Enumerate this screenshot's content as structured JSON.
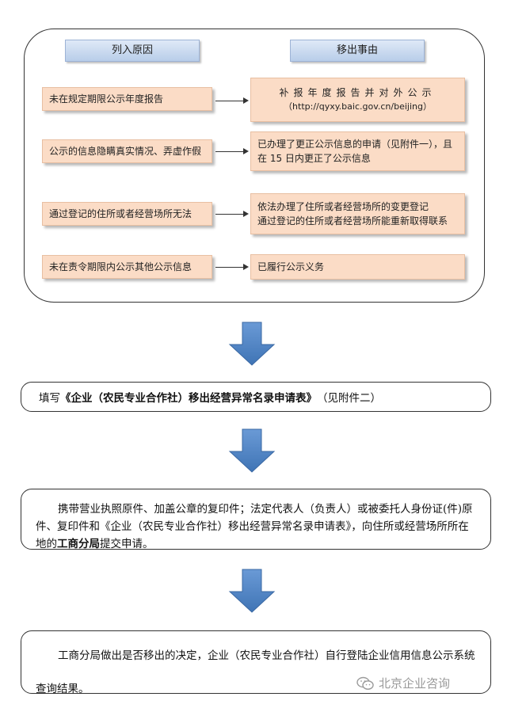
{
  "headers": {
    "left": "列入原因",
    "right": "移出事由"
  },
  "rows": [
    {
      "reason": "未在规定期限公示年度报告",
      "remedy_lines": [
        "补报年度报告并对外公示",
        "（http://qyxy.baic.gov.cn/beijing）"
      ]
    },
    {
      "reason": "公示的信息隐瞒真实情况、弄虚作假",
      "remedy_lines": [
        "已办理了更正公示信息的申请（见附件一），且",
        "在 15 日内更正了公示信息"
      ]
    },
    {
      "reason": "通过登记的住所或者经营场所无法",
      "remedy_lines": [
        "依法办理了住所或者经营场所的变更登记",
        "通过登记的住所或者经营场所能重新取得联系"
      ]
    },
    {
      "reason": "未在责令期限内公示其他公示信息",
      "remedy_lines": [
        "已履行公示义务"
      ]
    }
  ],
  "steps": {
    "step1": {
      "prefix": "填写",
      "bold": "《企业（农民专业合作社）移出经营异常名录申请表》",
      "suffix": "（见附件二）"
    },
    "step2": {
      "text": "携带营业执照原件、加盖公章的复印件；法定代表人（负责人）或被委托人身份证(件)原件、复印件和《企业（农民专业合作社）移出经营异常名录申请表》，向住所或经营场所所在地的",
      "bold": "工商分局",
      "suffix": "提交申请。"
    },
    "step3": {
      "text": "工商分局做出是否移出的决定，企业（农民专业合作社）自行登陆企业信用信息公示系统查询结果。"
    }
  },
  "watermark": "北京企业咨询",
  "colors": {
    "header_fill": "#b8cde9",
    "box_fill": "#fbdcc6",
    "arrow_fill": "#4f86c6"
  },
  "icons": {
    "down_arrow": "down-arrow-icon",
    "wechat": "wechat-icon"
  }
}
